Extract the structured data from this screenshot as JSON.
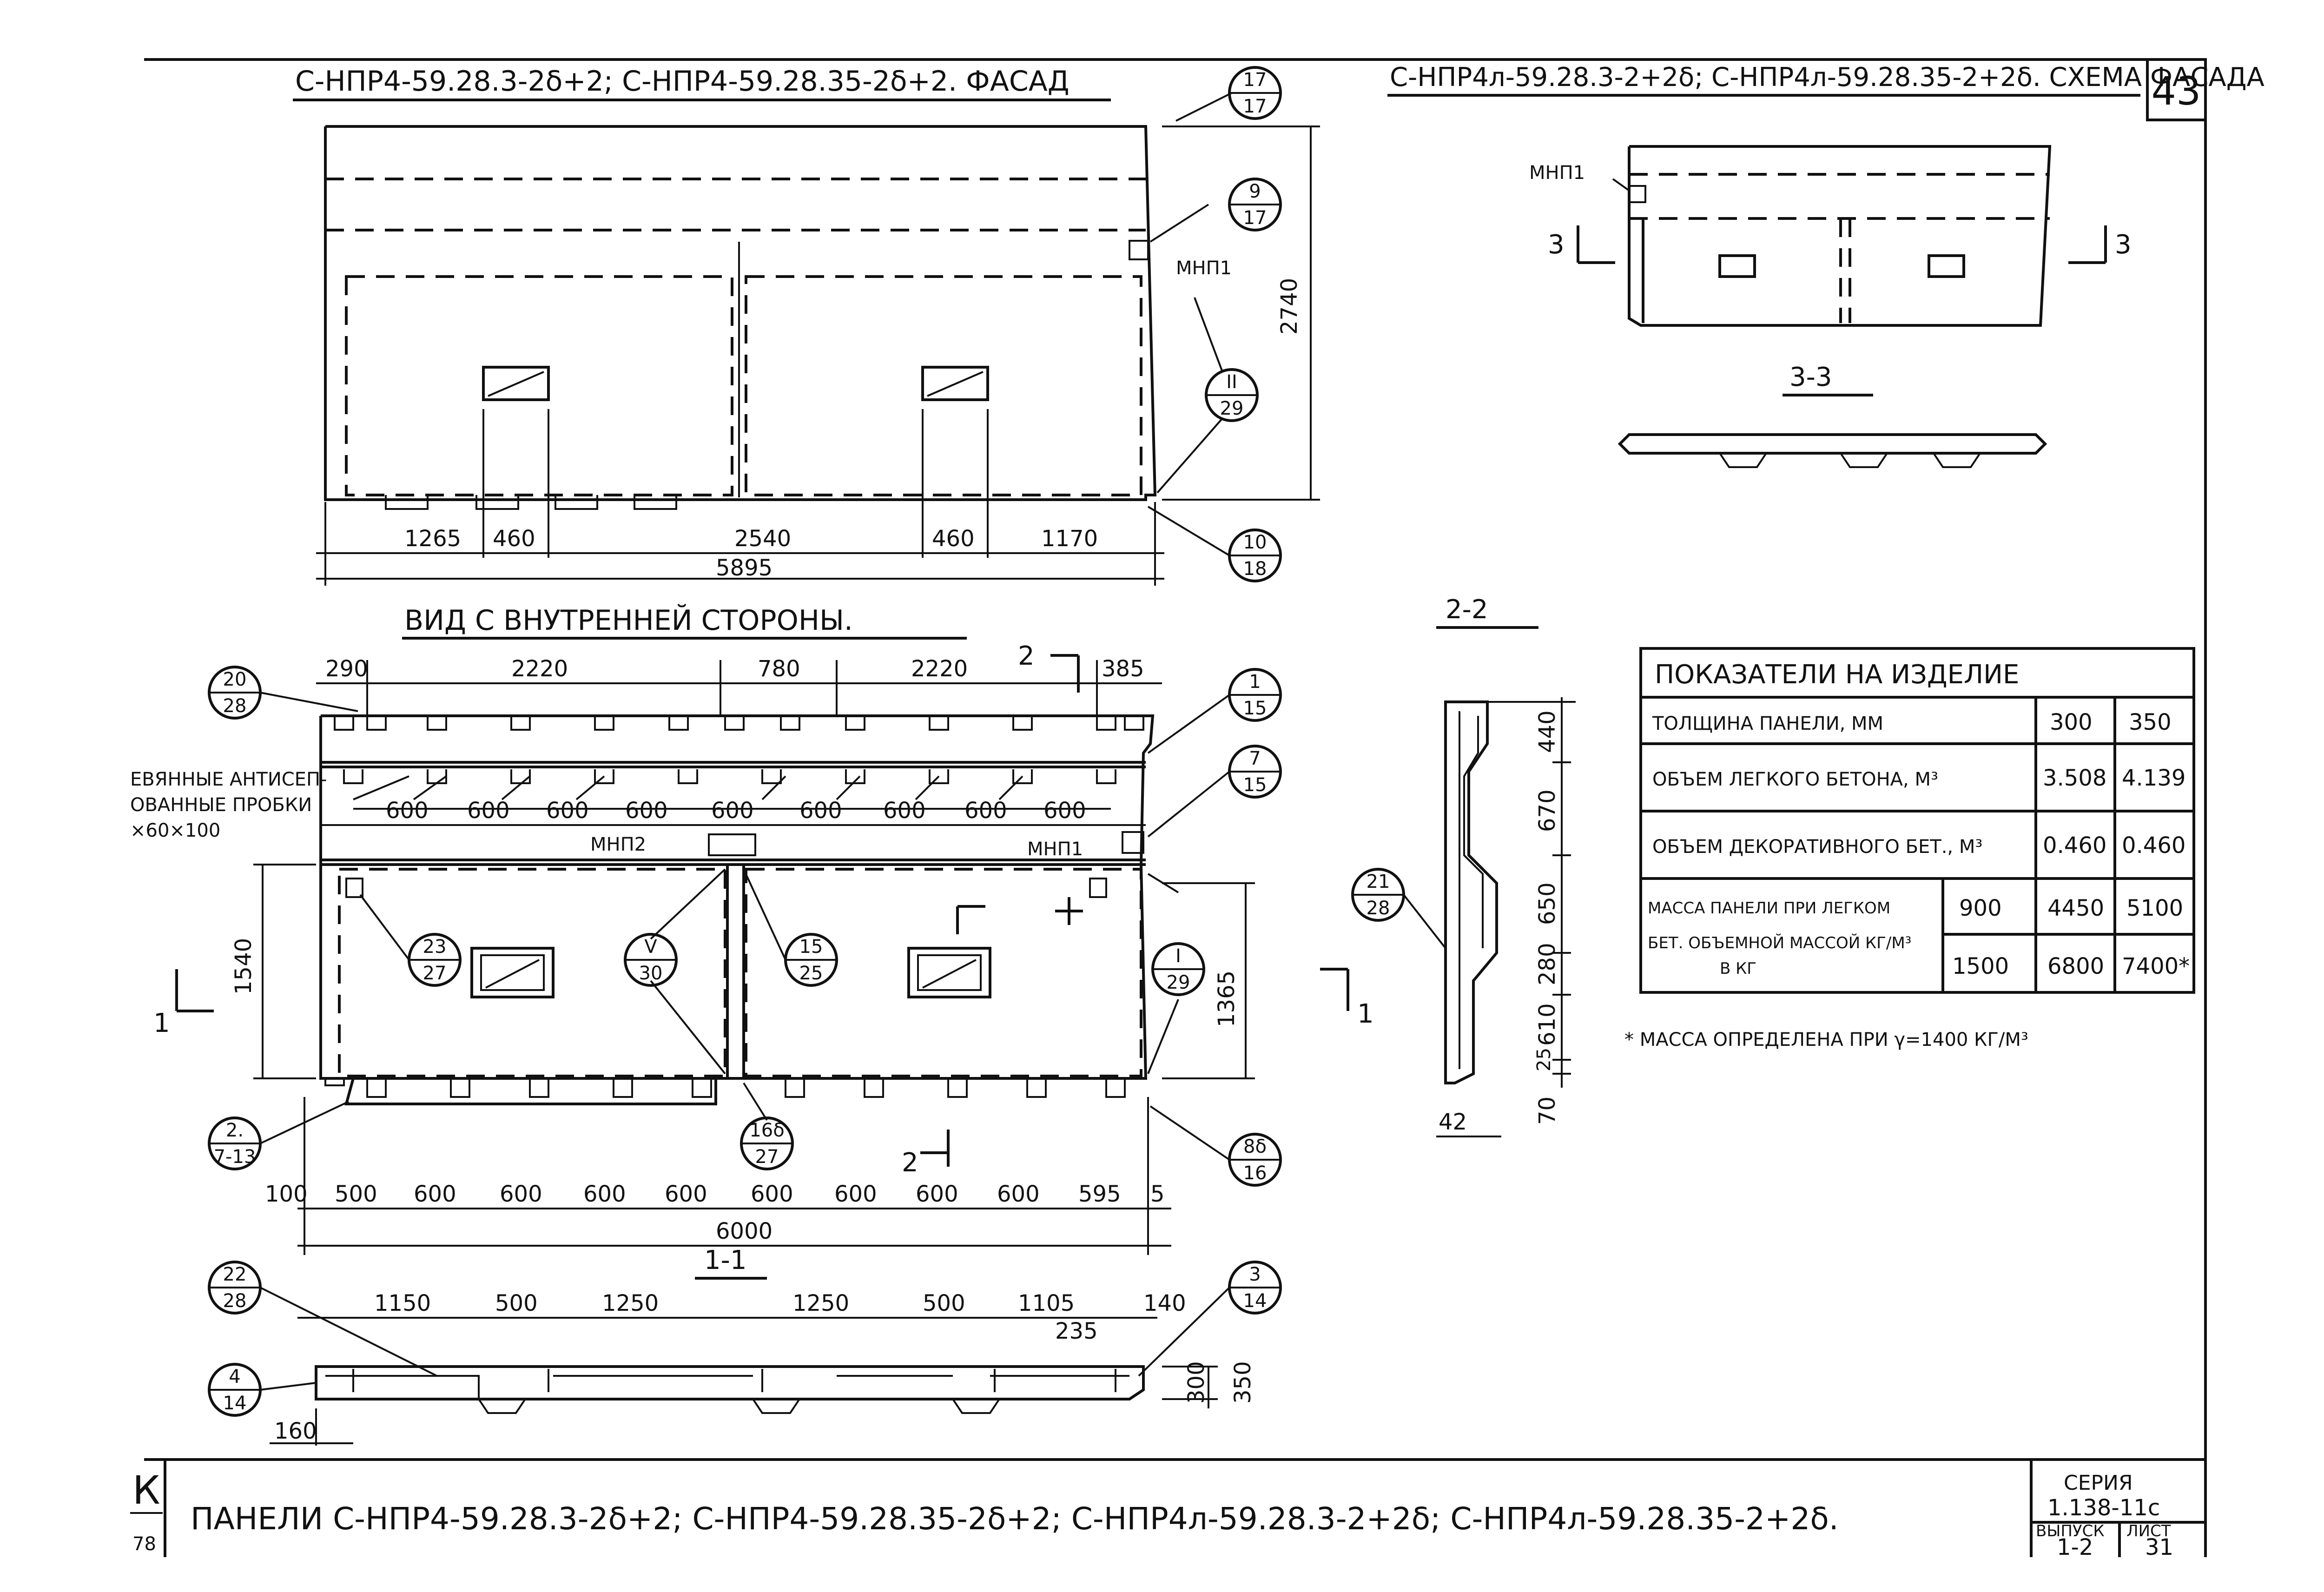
{
  "sheet_number": "43",
  "titles": {
    "facade": "С-НПР4-59.28.3-2δ+2; С-НПР4-59.28.35-2δ+2. ФАСАД",
    "scheme": "С-НПР4л-59.28.3-2+2δ; С-НПР4л-59.28.35-2+2δ. СХЕМА ФАСАДА",
    "inner_view": "ВИД С ВНУТРЕННЕЙ СТОРОНЫ.",
    "section_1_1": "1-1",
    "section_2_2": "2-2",
    "section_3_3": "3-3"
  },
  "facade": {
    "dims_bottom": [
      "1265",
      "460",
      "2540",
      "460",
      "1170"
    ],
    "dim_total": "5895",
    "dim_height": "2740",
    "label_mnp1": "МНП1",
    "callouts": [
      {
        "top": "17",
        "bottom": "17"
      },
      {
        "top": "9",
        "bottom": "17"
      },
      {
        "top": "II",
        "bottom": "29"
      },
      {
        "top": "10",
        "bottom": "18"
      }
    ]
  },
  "scheme": {
    "label_mnp1": "МНП1",
    "cut_left": "3",
    "cut_right": "3"
  },
  "inner": {
    "dims_top": [
      "290",
      "2220",
      "780",
      "2220",
      "385"
    ],
    "dims_plugs": [
      "600",
      "600",
      "600",
      "600",
      "600",
      "600",
      "600",
      "600",
      "600"
    ],
    "dims_bottom": [
      "100",
      "500",
      "600",
      "600",
      "600",
      "600",
      "600",
      "600",
      "600",
      "600",
      "595",
      "5"
    ],
    "dim_total": "6000",
    "dim_left": "1540",
    "dim_right": "1365",
    "plugs_note": [
      "ЕВЯННЫЕ АНТИСЕП-",
      "ОВАННЫЕ ПРОБКИ",
      "×60×100"
    ],
    "label_mnp2": "МНП2",
    "label_mnp1": "МНП1",
    "cut_1": "1",
    "cut_2": "2",
    "callouts": [
      {
        "top": "20",
        "bottom": "28"
      },
      {
        "top": "1",
        "bottom": "15"
      },
      {
        "top": "7",
        "bottom": "15"
      },
      {
        "top": "23",
        "bottom": "27"
      },
      {
        "top": "V",
        "bottom": "30"
      },
      {
        "top": "15",
        "bottom": "25"
      },
      {
        "top": "I",
        "bottom": "29"
      },
      {
        "top": "2.",
        "bottom": "7-13"
      },
      {
        "top": "16δ",
        "bottom": "27"
      },
      {
        "top": "8δ",
        "bottom": "16"
      }
    ]
  },
  "section11": {
    "dims_top": [
      "1150",
      "500",
      "1250",
      "1250",
      "500",
      "1105",
      "140"
    ],
    "dim_235": "235",
    "dim_300": "300",
    "dim_350": "350",
    "dim_160": "160",
    "callouts": [
      {
        "top": "22",
        "bottom": "28"
      },
      {
        "top": "3",
        "bottom": "14"
      },
      {
        "top": "4",
        "bottom": "14"
      }
    ]
  },
  "section22": {
    "dims_right": [
      "440",
      "670",
      "650",
      "280",
      "610",
      "25",
      "70"
    ],
    "dim_42": "42",
    "callout": {
      "top": "21",
      "bottom": "28"
    }
  },
  "table": {
    "title": "ПОКАЗАТЕЛИ НА ИЗДЕЛИЕ",
    "rows": [
      {
        "label": "ТОЛЩИНА ПАНЕЛИ, ММ",
        "sub": "",
        "v1": "300",
        "v2": "350"
      },
      {
        "label": "ОБЪЕМ ЛЕГКОГО БЕТОНА, М³",
        "sub": "",
        "v1": "3.508",
        "v2": "4.139"
      },
      {
        "label": "ОБЪЕМ ДЕКОРАТИВНОГО БЕТ., М³",
        "sub": "",
        "v1": "0.460",
        "v2": "0.460"
      }
    ],
    "mass_label_1": "МАССА ПАНЕЛИ ПРИ ЛЕГКОМ",
    "mass_label_2": "БЕТ. ОБЪЕМНОЙ МАССОЙ КГ/М³",
    "mass_label_3": "В КГ",
    "mass_rows": [
      {
        "density": "900",
        "v1": "4450",
        "v2": "5100"
      },
      {
        "density": "1500",
        "v1": "6800",
        "v2": "7400*"
      }
    ],
    "footnote": "* МАССА ОПРЕДЕЛЕНА ПРИ γ=1400 КГ/М³"
  },
  "title_block": {
    "stamp_letter": "К",
    "stamp_num": "78",
    "caption": "ПАНЕЛИ С-НПР4-59.28.3-2δ+2; С-НПР4-59.28.35-2δ+2; С-НПР4л-59.28.3-2+2δ; С-НПР4л-59.28.35-2+2δ.",
    "series_label": "СЕРИЯ",
    "series_value": "1.138-11с",
    "issue_label": "ВЫПУСК",
    "issue_value": "1-2",
    "sheet_label": "ЛИСТ",
    "sheet_value": "31"
  }
}
